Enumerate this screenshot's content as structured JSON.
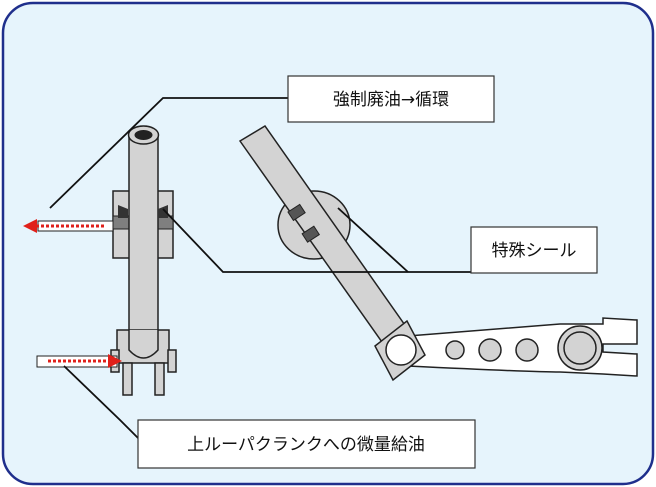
{
  "labels": {
    "top": "強制廃油→循環",
    "mid": "特殊シール",
    "bottom": "上ルーパクランクへの微量給油"
  },
  "colors": {
    "panel_bg": "#e6f4fc",
    "panel_border": "#1f2f8c",
    "part_fill": "#d3d3d3",
    "part_stroke": "#222222",
    "band_fill": "#7f7f7f",
    "oil_arrow": "#e0201a"
  }
}
